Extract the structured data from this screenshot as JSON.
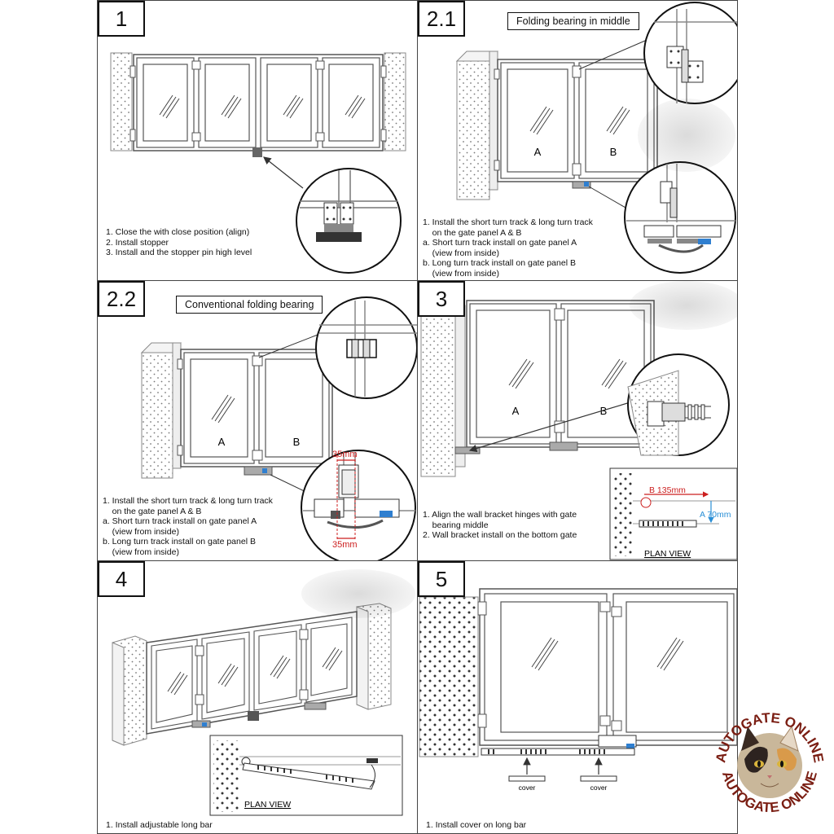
{
  "panels": {
    "p1": {
      "number": "1",
      "steps": [
        "1. Close the with close position (align)",
        "2. Install stopper",
        "3. Install and the stopper pin high level"
      ]
    },
    "p21": {
      "number": "2.1",
      "title": "Folding bearing in middle",
      "leaf_a": "A",
      "leaf_b": "B",
      "steps": [
        "1. Install the short turn track & long turn track",
        "    on the gate panel A & B",
        "a. Short turn track install on gate panel A",
        "    (view from inside)",
        "b. Long turn track install on gate panel B",
        "    (view from inside)"
      ]
    },
    "p22": {
      "number": "2.2",
      "title": "Conventional folding bearing",
      "leaf_a": "A",
      "leaf_b": "B",
      "dim_top": "35mm",
      "dim_bottom": "35mm",
      "steps": [
        "1. Install the short turn track & long turn track",
        "    on the gate panel A & B",
        "a. Short turn track install on gate panel A",
        "    (view from inside)",
        "b. Long turn track install on gate panel B",
        "    (view from inside)"
      ]
    },
    "p3": {
      "number": "3",
      "leaf_a": "A",
      "leaf_b": "B",
      "dim_b": "B 135mm",
      "dim_a": "A 70mm",
      "plan_view": "PLAN VIEW",
      "steps": [
        "1. Align the wall bracket hinges with gate",
        "    bearing middle",
        "2. Wall bracket install on the bottom gate"
      ]
    },
    "p4": {
      "number": "4",
      "plan_view": "PLAN VIEW",
      "steps": [
        "1. Install adjustable long bar"
      ]
    },
    "p5": {
      "number": "5",
      "cover_1": "cover",
      "cover_2": "cover",
      "steps": [
        "1. Install cover on long bar"
      ]
    }
  },
  "logo": {
    "text_top": "AUTOGATE ONLINE",
    "text_bottom": "AUTOGATE ONLINE"
  },
  "colors": {
    "line": "#555555",
    "dark": "#111111",
    "accent_blue": "#2f7fd0",
    "dim_red": "#cc1f1f",
    "dim_blue": "#2a8fd6",
    "logo_brown": "#7a1d12"
  }
}
